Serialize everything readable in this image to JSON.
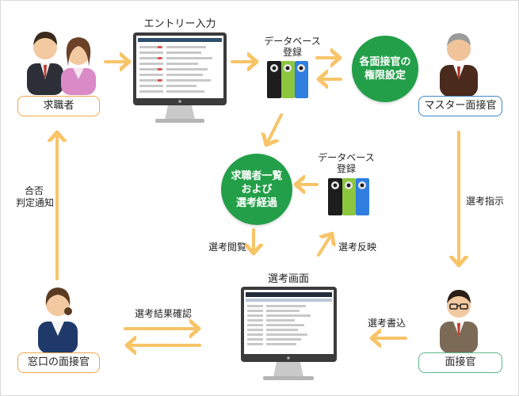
{
  "nodes": {
    "applicant": "求職者",
    "master_interviewer": "マスター面接官",
    "window_interviewer": "窓口の面接官",
    "interviewer": "面接官"
  },
  "screens": {
    "entry": "エントリー入力",
    "selection": "選考画面"
  },
  "databases": {
    "db1": [
      "データベース",
      "登録"
    ],
    "db2": [
      "データベース",
      "登録"
    ]
  },
  "circles": {
    "permissions": [
      "各面接官の",
      "権限設定"
    ],
    "list": [
      "求職者一覧",
      "および",
      "選考経過"
    ]
  },
  "edges": {
    "pass_fail": [
      "合否",
      "判定通知"
    ],
    "selection_instruction": "選考指示",
    "view": "選考閲覧",
    "reflect": "選考反映",
    "confirm": "選考結果確認",
    "write": "選考書込"
  },
  "colors": {
    "arrow": "#f7c468",
    "circle": "#239f49",
    "border_orange": "#f2a54a",
    "border_blue": "#3d89c7",
    "border_green": "#60b58a"
  }
}
